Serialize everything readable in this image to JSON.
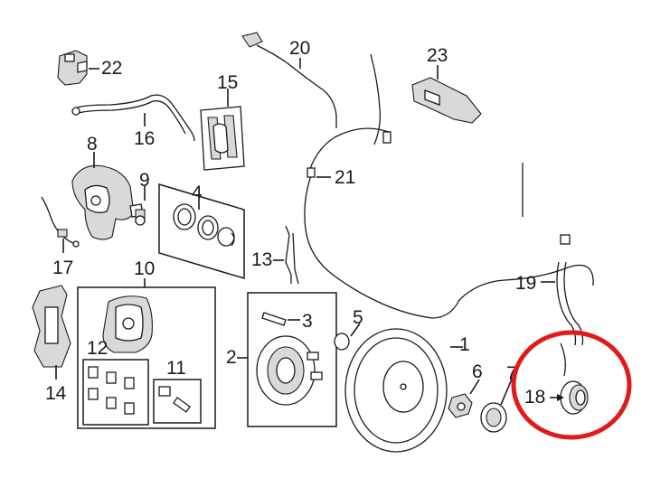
{
  "diagram": {
    "callouts": {
      "c1": "1",
      "c2": "2",
      "c3": "3",
      "c4": "4",
      "c5": "5",
      "c6": "6",
      "c7": "7",
      "c8": "8",
      "c9": "9",
      "c10": "10",
      "c11": "11",
      "c12": "12",
      "c13": "13",
      "c14": "14",
      "c15": "15",
      "c16": "16",
      "c17": "17",
      "c18": "18",
      "c19": "19",
      "c20": "20",
      "c21": "21",
      "c22": "22",
      "c23": "23"
    },
    "colors": {
      "line": "#1a1a1a",
      "highlight": "#e11b1b",
      "background": "#ffffff"
    }
  }
}
